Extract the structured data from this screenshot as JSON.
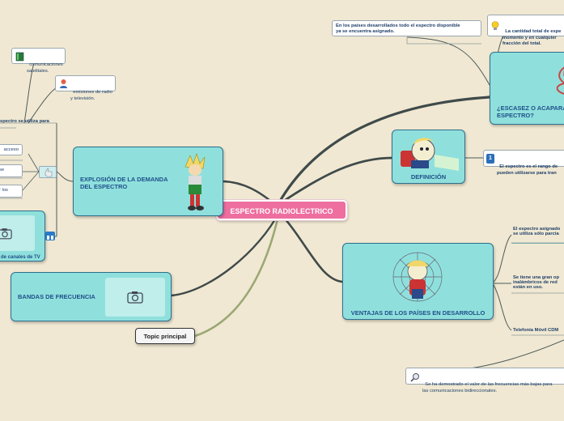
{
  "central": {
    "label": "ESPECTRO RADIOLECTRICO"
  },
  "topic_principal": {
    "label": "Topic principal"
  },
  "topics": {
    "escasez": {
      "label": "¿ESCASEZ O ACAPARAMIENTO DEL ESPECTRO?",
      "label_visible": "¿ESCASEZ O ACAPARA\nESPECTRO?"
    },
    "definicion": {
      "label": "DEFINICIÓN"
    },
    "ventajas": {
      "label": "VENTAJAS DE LOS PAÍSES EN DESARROLLO"
    },
    "explosion": {
      "label": "EXPLOSIÓN DE LA DEMANDA\nDEL ESPECTRO"
    },
    "bandas": {
      "label": "BANDAS DE FRECUENCIA"
    },
    "canales": {
      "label": "de canales de TV"
    }
  },
  "notes": {
    "paises_desarrollados": "En los países desarrollados todo el espectro disponible\nya se encuentra asignado.",
    "cantidad_total": "La cantidad total de espe\nmomento y en cualquier\nfracción del total.",
    "definicion_text": "El espectro es el rango de\npueden utilizarse para tran",
    "asignado_parcial": "El espectro asignado\nse utiliza sólo parcia",
    "gran_op": "Se tiene una gran op\ninalámbricos de red\nestán en uso.",
    "telefonia": "Telefonía Móvil CDM",
    "demostrado": "Se ha demostrado el valor de las frecuencias más bajas para\nlas comunicaciones bidireccionales.",
    "comunicaciones": "comunicaciones\nsatelitales.",
    "emisiones": "emisiones de radio\ny televisión.",
    "espectro_utiliza": "spectro se utiliza para",
    "acceso": "acceso",
    "se": "se",
    "r_los": "r los"
  },
  "icons": {
    "bulb": "lightbulb-icon",
    "number_1": "1",
    "book": "book-icon",
    "user": "user-icon",
    "magnifier": "magnifier-icon",
    "thumb": "thumbs-up-icon",
    "camera": "camera-icon",
    "link": "link-icon"
  },
  "colors": {
    "background": "#f0e8d2",
    "topic_fill": "#8fe0dc",
    "topic_border": "#2e6f8e",
    "topic_text": "#1f4f8a",
    "central_fill": "#ee6e9f",
    "branch_dark": "#3f4a4a",
    "branch_green": "#9aa874"
  }
}
